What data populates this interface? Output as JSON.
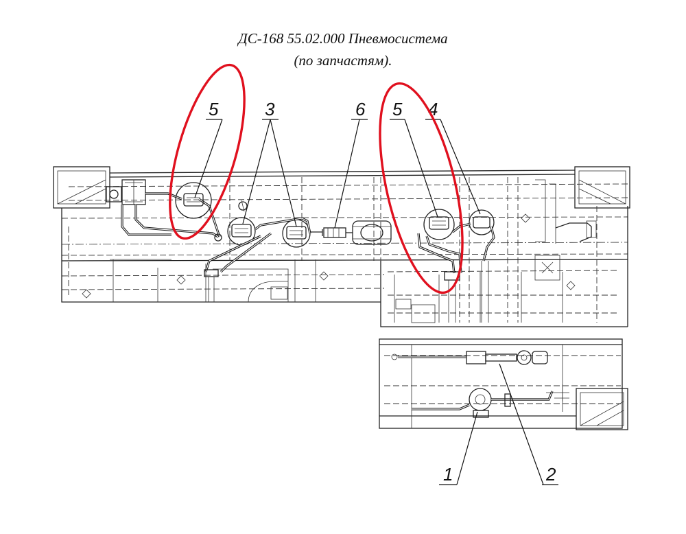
{
  "title": {
    "line1": "ДС-168 55.02.000 Пневмосистема",
    "line2": "(по запчастям)."
  },
  "callouts": {
    "c5a": "5",
    "c3": "3",
    "c6": "6",
    "c5b": "5",
    "c4": "4",
    "c1": "1",
    "c2": "2"
  },
  "colors": {
    "highlight": "#e0101e",
    "drawing": "#222222"
  }
}
